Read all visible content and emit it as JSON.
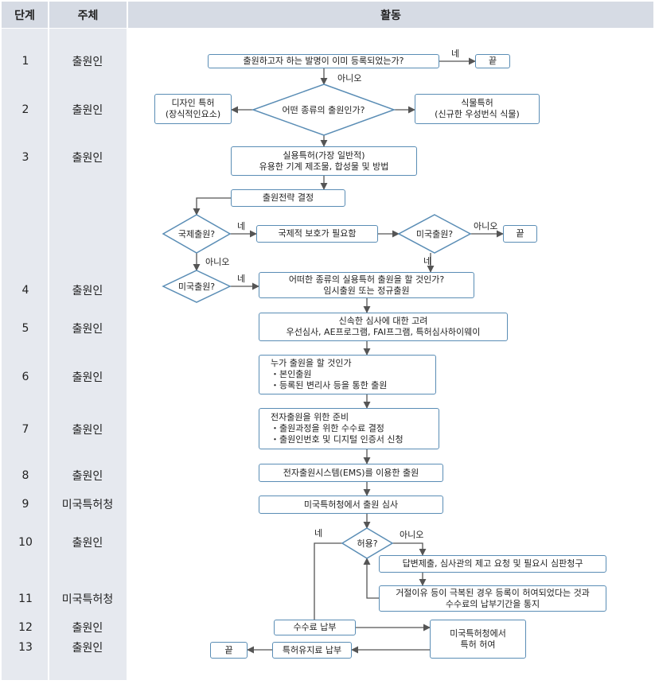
{
  "headers": {
    "step": "단계",
    "actor": "주체",
    "activity": "활동"
  },
  "rows": [
    {
      "step": "1",
      "actor": "출원인"
    },
    {
      "step": "2",
      "actor": "출원인"
    },
    {
      "step": "3",
      "actor": "출원인"
    },
    {
      "step": "4",
      "actor": "출원인"
    },
    {
      "step": "5",
      "actor": "출원인"
    },
    {
      "step": "6",
      "actor": "출원인"
    },
    {
      "step": "7",
      "actor": "출원인"
    },
    {
      "step": "8",
      "actor": "출원인"
    },
    {
      "step": "9",
      "actor": "미국특허청"
    },
    {
      "step": "10",
      "actor": "출원인"
    },
    {
      "step": "11",
      "actor": "미국특허청"
    },
    {
      "step": "12",
      "actor": "출원인"
    },
    {
      "step": "13",
      "actor": "출원인"
    }
  ],
  "nodes": {
    "already_registered": "출원하고자 하는 발명이 이미 등록되었는가?",
    "end_1": "끝",
    "design_patent": [
      "디자인 특허",
      "(장식적인요소)"
    ],
    "which_type": "어떤 종류의 출원인가?",
    "plant_patent": [
      "식물특허",
      "(신규한 우성번식 식물)"
    ],
    "utility_patent": [
      "실용특허(가장 일반적)",
      "유용한 기계 제조물, 합성물 및 방법"
    ],
    "filing_strategy": "출원전략 결정",
    "intl_filing": "국제출원?",
    "intl_protection": "국제적 보호가 필요함",
    "us_filing_right": "미국출원?",
    "end_2": "끝",
    "us_filing_left": "미국출원?",
    "which_utility": [
      "어떠한 종류의 실용특허 출원을 할 것인가?",
      "임시출원 또는 정규출원"
    ],
    "fast_exam": [
      "신속한 심사에 대한 고려",
      "우선심사, AE프로그램, FAI프그램, 특허심사하이웨이"
    ],
    "who_files": [
      "누가 출원을 할 것인가",
      "・본인출원",
      "・등록된 변리사 등을 통한 출원"
    ],
    "e_filing_prep": [
      "전자출원을 위한 준비",
      "・출원과정을 위한 수수료 결정",
      "・출원인번호 및 디지털 인증서 신청"
    ],
    "ems_filing": "전자출원시스템(EMS)를 이용한 출원",
    "uspto_exam": "미국특허청에서 출원 심사",
    "allowed": "허용?",
    "response": "답변제출, 심사관의 제고 요청 및 필요시 심판청구",
    "notice": [
      "거절이유 등이 극복된 경우 등록이 허여되었다는 것과",
      "수수료의 납부기간을 통지"
    ],
    "fee_payment": "수수료 납부",
    "grant": [
      "미국특허청에서",
      "특허 허여"
    ],
    "maintenance_fee": "특허유지료 납부",
    "end_3": "끝"
  },
  "edge_labels": {
    "yes_1": "네",
    "no_1": "아니오",
    "yes_intl": "네",
    "no_us_right": "아니오",
    "no_intl": "아니오",
    "yes_us_right": "네",
    "yes_us_left": "네",
    "yes_allowed": "네",
    "no_allowed": "아니오"
  },
  "colors": {
    "header_bg": "#d6dbe4",
    "column_bg": "#e6e9ef",
    "box_border": "#5a8db5",
    "line": "#555555"
  }
}
